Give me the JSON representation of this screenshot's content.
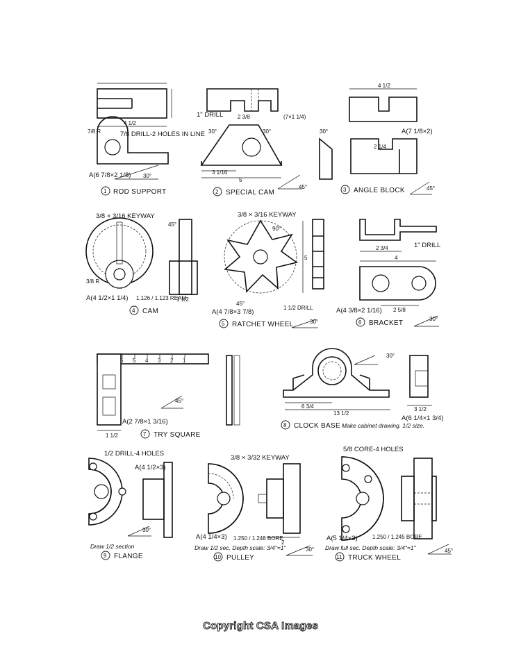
{
  "figures": [
    {
      "number": "1",
      "title": "ROD SUPPORT",
      "labels": [
        "7/8 DRILL-2 HOLES IN LINE",
        "A(6 7/8×2 1/8)",
        "4 1/2",
        "7/8 R",
        "30°"
      ]
    },
    {
      "number": "2",
      "title": "SPECIAL CAM",
      "labels": [
        "1\" DRILL",
        "30°",
        "30°",
        "3 1/16",
        "5",
        "2 3/8",
        "(7×1 1/4)",
        "45°"
      ]
    },
    {
      "number": "3",
      "title": "ANGLE BLOCK",
      "labels": [
        "4 1/2",
        "A(7 1/8×2)",
        "30°",
        "2 1/4",
        "45°"
      ]
    },
    {
      "number": "4",
      "title": "CAM",
      "labels": [
        "3/8 × 3/16 KEYWAY",
        "45°",
        "3/8 R",
        "A(4 1/2×1 1/4)",
        "1.126 / 1.123 REAM",
        "1 1/2"
      ]
    },
    {
      "number": "5",
      "title": "RATCHET WHEEL",
      "labels": [
        "3/8 × 3/16 KEYWAY",
        "90°",
        "5",
        "45°",
        "1 1/2 DRILL",
        "A(4 7/8×3 7/8)",
        "30°"
      ]
    },
    {
      "number": "6",
      "title": "BRACKET",
      "labels": [
        "1\" DRILL",
        "2 3/4",
        "4",
        "2 5/8",
        "A(4 3/8×2 1/16)",
        "30°"
      ]
    },
    {
      "number": "7",
      "title": "TRY SQUARE",
      "labels": [
        "6",
        "5",
        "4",
        "3",
        "2",
        "1",
        "A(2 7/8×1 3/16)",
        "45°",
        "1 1/2"
      ]
    },
    {
      "number": "8",
      "title": "CLOCK BASE",
      "labels": [
        "30°",
        "6 3/4",
        "13 1/2",
        "A(6 1/4×1 3/4)",
        "3 1/2"
      ]
    },
    {
      "number": "9",
      "title": "FLANGE",
      "labels": [
        "1/2 DRILL-4 HOLES",
        "A(4 1/2×3)",
        "30°"
      ]
    },
    {
      "number": "10",
      "title": "PULLEY",
      "labels": [
        "3/8 × 3/32 KEYWAY",
        "A(4 1/4×3)",
        "1.250 / 1.248 BORE",
        "2",
        "30°"
      ]
    },
    {
      "number": "11",
      "title": "TRUCK WHEEL",
      "labels": [
        "5/8 CORE-4 HOLES",
        "A(5 1/4×3)",
        "1.250 / 1.245 BORE",
        "45°"
      ]
    }
  ],
  "notes": {
    "clock_base": "Make cabinet drawing. 1/2 size.",
    "flange": "Draw 1/2 section",
    "pulley": "Draw 1/2 sec. Depth scale: 3/4\"=1\"",
    "truck_wheel": "Draw full sec. Depth scale: 3/4\"=1\""
  },
  "copyright": "Copyright CSA Images"
}
